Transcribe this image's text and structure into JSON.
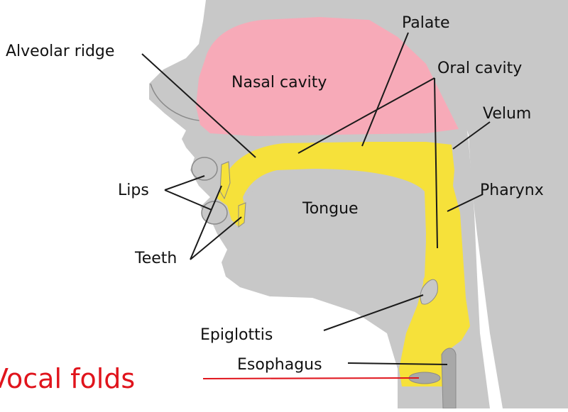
{
  "labels": {
    "alveolar_ridge": "Alveolar ridge",
    "palate": "Palate",
    "oral_cavity": "Oral cavity",
    "nasal_cavity": "Nasal cavity",
    "velum": "Velum",
    "lips": "Lips",
    "tongue": "Tongue",
    "pharynx": "Pharynx",
    "teeth": "Teeth",
    "epiglottis": "Epiglottis",
    "esophagus": "Esophagus",
    "vocal_folds": "Vocal folds"
  },
  "colors": {
    "head": "#c8c8c8",
    "head_outline": "#8a8a8a",
    "nasal_cavity": "#f7aab8",
    "vocal_tract": "#f6e13a",
    "leader_line": "#1a1a1a",
    "highlight": "#e0141c"
  }
}
